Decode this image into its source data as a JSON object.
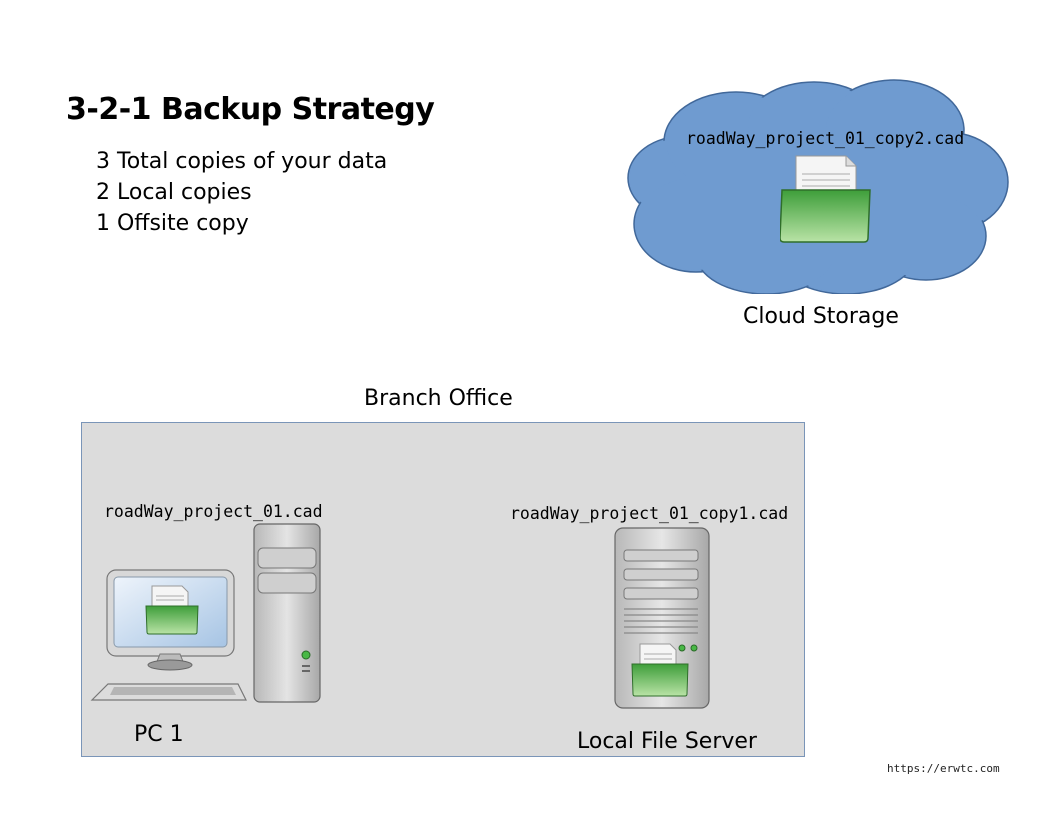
{
  "title": "3-2-1 Backup Strategy",
  "legend": {
    "items": [
      "3 Total copies of your data",
      "2 Local copies",
      "1 Offsite copy"
    ]
  },
  "cloud": {
    "label": "Cloud Storage",
    "file_name": "roadWay_project_01_copy2.cad",
    "color": "#6f9bd0"
  },
  "office": {
    "label": "Branch Office",
    "background": "#dcdcdc",
    "pc": {
      "label": "PC 1",
      "file_name": "roadWay_project_01.cad"
    },
    "server": {
      "label": "Local File Server",
      "file_name": "roadWay_project_01_copy1.cad"
    }
  },
  "footer": {
    "url": "https://erwtc.com"
  }
}
